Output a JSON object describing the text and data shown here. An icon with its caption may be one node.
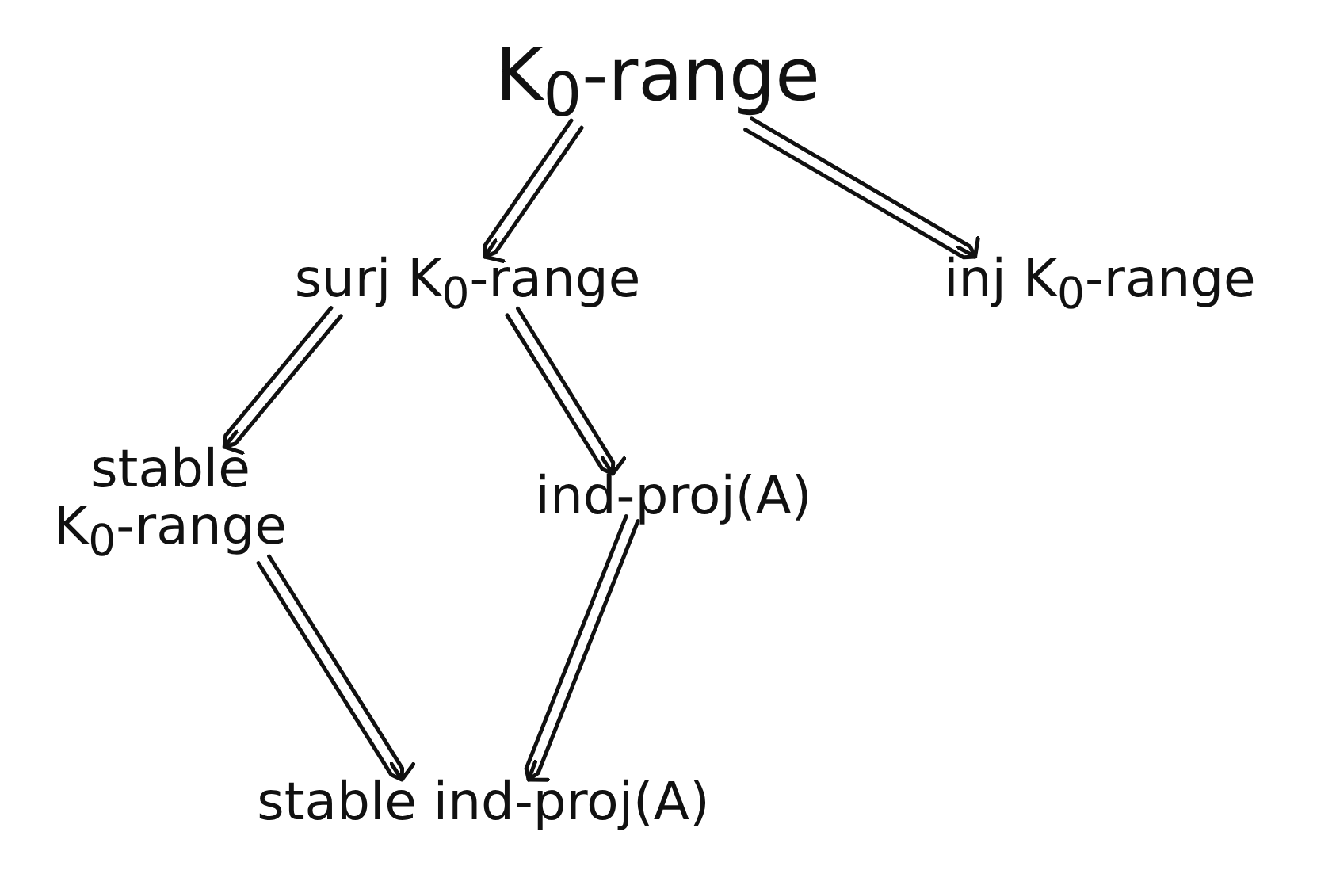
{
  "diagram": {
    "nodes": [
      {
        "text": [
          "K$_{0}$-range"
        ]
      },
      {
        "text": [
          "surj K$_{0}$-range"
        ]
      },
      {
        "text": [
          "inj K$_{0}$-range"
        ]
      },
      {
        "text": [
          "stable K$_{0}$-range"
        ]
      },
      {
        "text": [
          "ind-proj(A)"
        ]
      },
      {
        "text": [
          "stable ind-proj(A)"
        ]
      }
    ],
    "edges": [
      {
        "from": 0,
        "to": 1,
        "arrow": "to"
      },
      {
        "from": 0,
        "to": 2,
        "arrow": "to"
      },
      {
        "from": 1,
        "to": 3,
        "arrow": "to"
      },
      {
        "from": 1,
        "to": 4,
        "arrow": "to"
      },
      {
        "from": 3,
        "to": 5,
        "arrow": "to"
      },
      {
        "from": 4,
        "to": 5,
        "arrow": "to"
      }
    ]
  }
}
